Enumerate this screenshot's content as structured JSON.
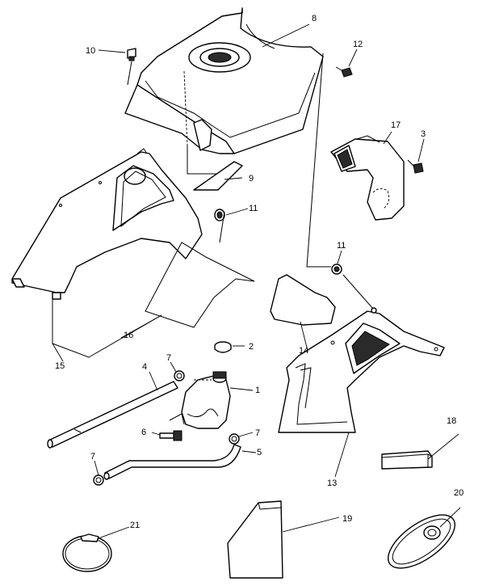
{
  "callouts": [
    "1",
    "2",
    "3",
    "4",
    "5",
    "6",
    "7",
    "7",
    "7",
    "8",
    "9",
    "10",
    "11",
    "11",
    "12",
    "13",
    "14",
    "15",
    "16",
    "17",
    "18",
    "19",
    "20",
    "21"
  ],
  "colors": {
    "line": "#000000",
    "fill": "#ffffff",
    "shade": "#2a2a2a"
  }
}
